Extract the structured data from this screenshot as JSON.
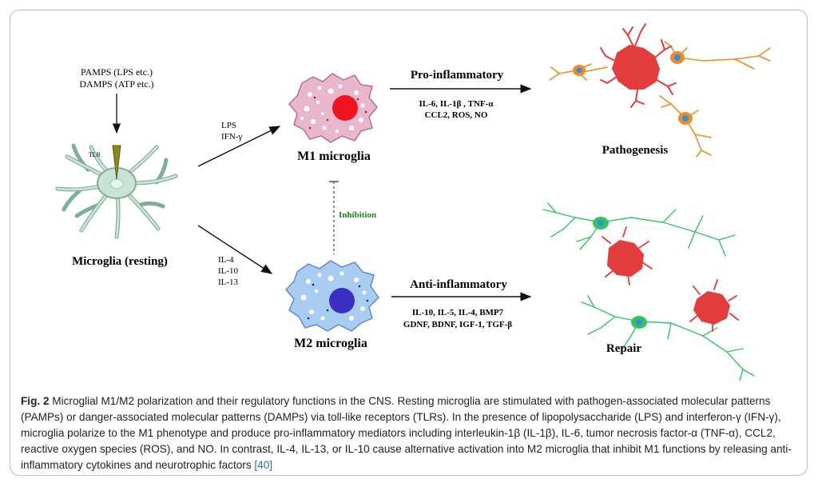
{
  "diagram": {
    "pamps_line1": "PAMPS (LPS etc.)",
    "pamps_line2": "DAMPS (ATP etc.)",
    "tlr_label": "TLR",
    "resting_label": "Microglia (resting)",
    "m1_stimuli": [
      "LPS",
      "IFN-γ"
    ],
    "m2_stimuli": [
      "IL-4",
      "IL-10",
      "IL-13"
    ],
    "m1_label": "M1 microglia",
    "m2_label": "M2 microglia",
    "inhibition_label": "Inhibition",
    "pro_title": "Pro-inflammatory",
    "pro_mediators_line1": "IL-6, IL-1β , TNF-α",
    "pro_mediators_line2": "CCL2, ROS, NO",
    "anti_title": "Anti-inflammatory",
    "anti_mediators_line1": "IL-10, IL-5, IL-4, BMP7",
    "anti_mediators_line2": "GDNF, BDNF, IGF-1, TGF-β",
    "pathogenesis_label": "Pathogenesis",
    "repair_label": "Repair",
    "colors": {
      "m1_cell": "#e9b7cc",
      "m1_nucleus": "#f0141e",
      "m2_cell": "#a9cdf0",
      "m2_nucleus": "#3a2fc0",
      "resting_cell": "#c9e3d6",
      "damaged_neuron": "#ee8c2a",
      "healthy_neuron": "#2fc65f",
      "inflamed_microglia": "#e23c3c",
      "inhibition": "#1a8a1a"
    }
  },
  "caption": {
    "fig_label": "Fig. 2",
    "text": "Microglial M1/M2 polarization and their regulatory functions in the CNS. Resting microglia are stimulated with pathogen-associated molecular patterns (PAMPs) or danger-associated molecular patterns (DAMPs) via toll-like receptors (TLRs). In the presence of lipopolysaccharide (LPS) and interferon-γ (IFN-γ), microglia polarize to the M1 phenotype and produce pro-inflammatory mediators including interleukin-1β (IL-1β), IL-6, tumor necrosis factor-α (TNF-α), CCL2, reactive oxygen species (ROS), and NO. In contrast, IL-4, IL-13, or IL-10 cause alternative activation into M2 microglia that inhibit M1 functions by releasing anti-inflammatory cytokines and neurotrophic factors",
    "ref": "[40]"
  }
}
